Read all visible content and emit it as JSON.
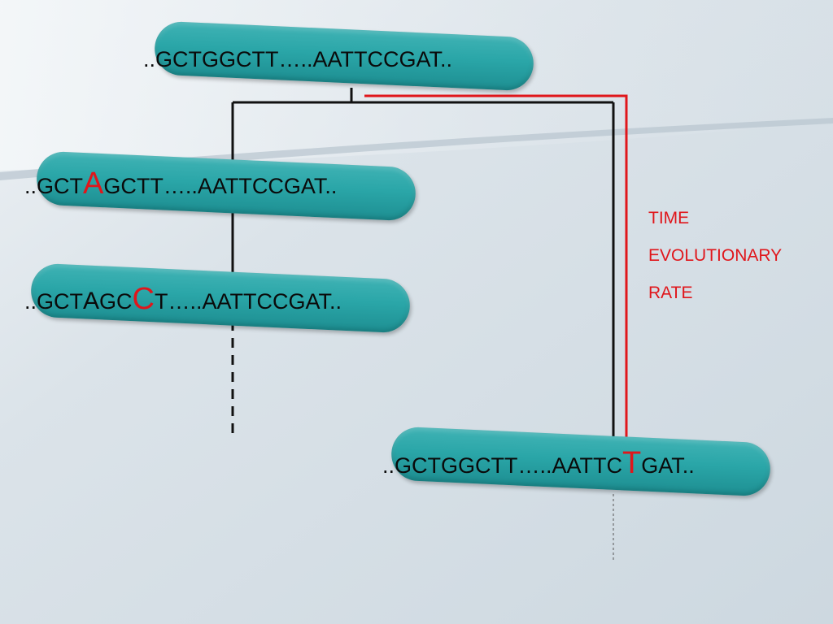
{
  "colors": {
    "pill": "#2aa6a8",
    "mutation": "#e0161b",
    "time_line": "#e0161b",
    "tree_line": "#111111",
    "text": "#0a0a0a"
  },
  "sequences": {
    "ancestor": {
      "prefix": "..GCTGGCTT…..AATTCCGAT.."
    },
    "child1": {
      "prefix": "..GCT",
      "mut1": "A",
      "suffix": "GCTT…..AATTCCGAT.."
    },
    "child2": {
      "prefix": "..GCT",
      "cap1": "A",
      "mid": "GC",
      "mut2": "C",
      "suffix": "T…..AATTCCGAT.."
    },
    "right": {
      "prefix": "..GCTGGCTT…..AATTC",
      "mut": "T",
      "suffix": "GAT.."
    }
  },
  "labels": {
    "time": "TIME",
    "evolutionary": "EVOLUTIONARY",
    "rate": "RATE"
  }
}
